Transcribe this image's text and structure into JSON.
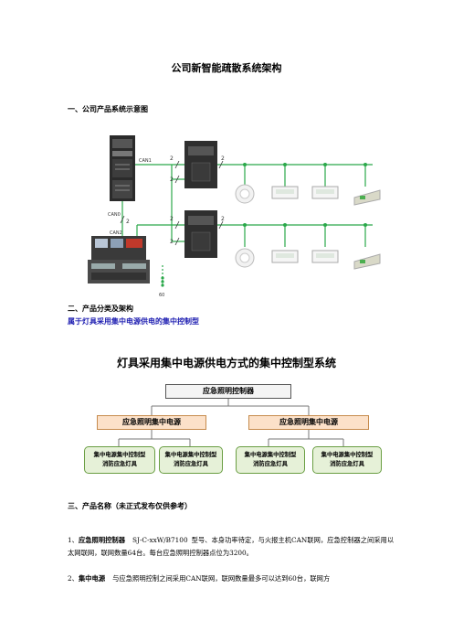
{
  "doc": {
    "title": "公司新智能疏散系统架构",
    "section1": "一、公司产品系统示意图",
    "section2": "二、产品分类及架构",
    "section2_sub": "属于灯具采用集中电源供电的集中控制型",
    "section3": "三、产品名称（未正式发布仅供参考）"
  },
  "fig1": {
    "labels": {
      "can1": "CAN1",
      "can2": "CAN2",
      "can0": "CAN0",
      "wire2": "2",
      "count": "60"
    }
  },
  "fig2": {
    "title": "灯具采用集中电源供电方式的集中控制型系统",
    "controller": "应急照明控制器",
    "sources": [
      "应急照明集中电源",
      "应急照明集中电源"
    ],
    "lamps": [
      [
        "集中电源集中控制型",
        "消防应急灯具"
      ],
      [
        "集中电源集中控制型",
        "消防应急灯具"
      ],
      [
        "集中电源集中控制型",
        "消防应急灯具"
      ],
      [
        "集中电源集中控制型",
        "消防应急灯具"
      ]
    ]
  },
  "items": [
    {
      "num": "1、",
      "name": "应急照明控制器",
      "model": "SJ-C-xxW/B7100",
      "text": "型号、本身功率待定，与火报主机CAN联网，应急控制器之间采用以太网联网，联网数量64台。每台应急照明控制器点位为3200。"
    },
    {
      "num": "2、",
      "name": "集中电源",
      "text": "与应急照明控制之间采用CAN联网，联网数量最多可以达到60台，联网方"
    }
  ],
  "colors": {
    "bus": "#2aa84a",
    "cabinet": "#2b2b2b",
    "blue_text": "#1a1ab0",
    "source_fill": "#fce1c9",
    "lamp_fill": "#e6f1d8"
  }
}
